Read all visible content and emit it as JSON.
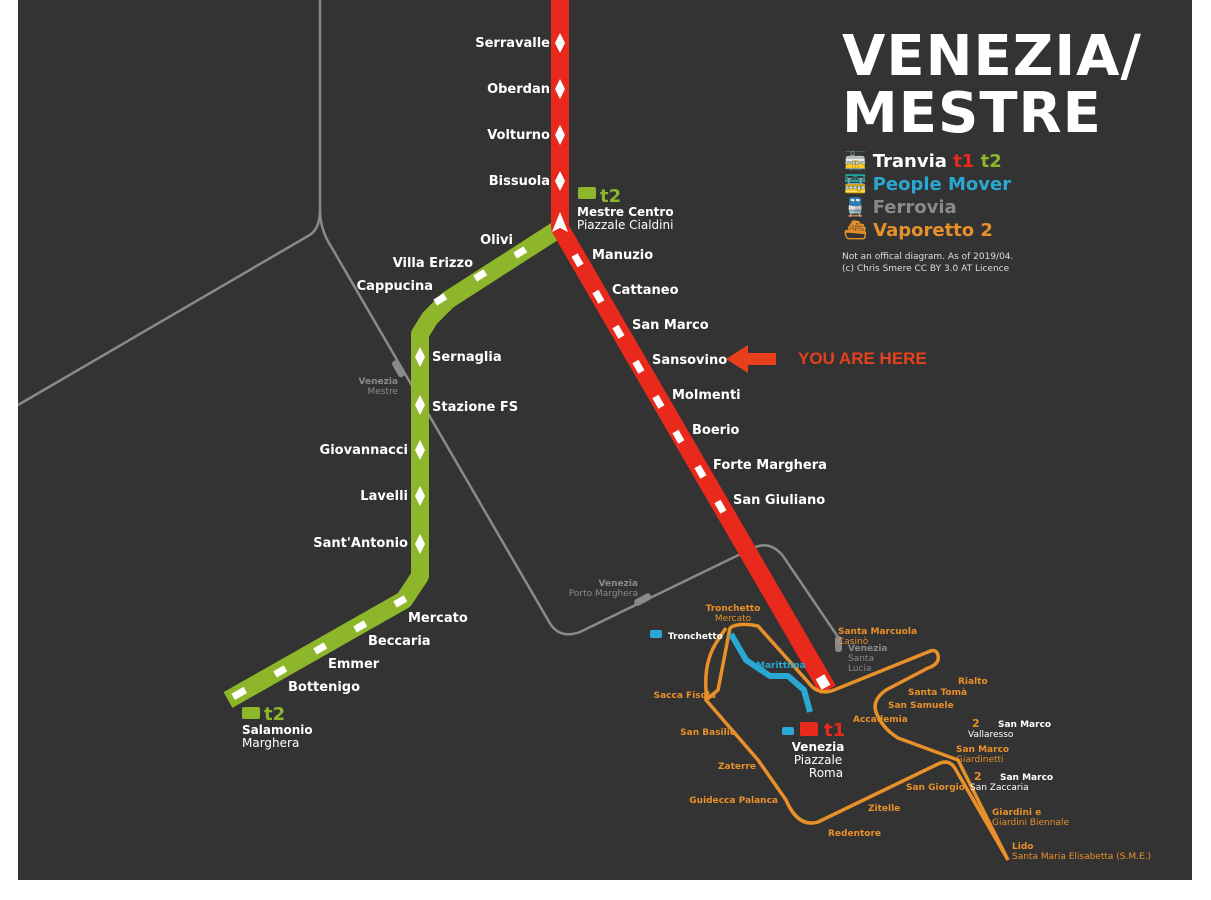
{
  "title": {
    "line1": "VENEZIA/",
    "line2": "MESTRE"
  },
  "legend": {
    "tram_label": "Tranvia",
    "t1": "t1",
    "t2": "t2",
    "people_mover": "People Mover",
    "ferrovia": "Ferrovia",
    "vaporetto": "Vaporetto 2",
    "note_line1": "Not an offical diagram. As of 2019/04.",
    "note_line2": "(c) Chris Smere CC BY 3.0 AT Licence"
  },
  "you_are_here": "YOU ARE HERE",
  "colors": {
    "background": "#333333",
    "t1_red": "#e8291c",
    "t2_green": "#8db62a",
    "people_mover_blue": "#2aa7d2",
    "ferrovia_grey": "#8a8a8a",
    "vaporetto_orange": "#e8902a",
    "you_are_here": "#e8401c"
  },
  "line_t1": {
    "stations": [
      "Serravalle",
      "Oberdan",
      "Volturno",
      "Bissuola",
      "Manuzio",
      "Cattaneo",
      "San Marco",
      "Sansovino",
      "Molmenti",
      "Boerio",
      "Forte Marghera",
      "San Giuliano"
    ]
  },
  "line_t2": {
    "stations": [
      "Olivi",
      "Villa Erizzo",
      "Cappucina",
      "Sernaglia",
      "Stazione FS",
      "Giovannacci",
      "Lavelli",
      "Sant'Antonio",
      "Mercato",
      "Beccaria",
      "Emmer",
      "Bottenigo"
    ]
  },
  "terminals": {
    "mestre_centro": {
      "line": "t2",
      "name": "Mestre Centro",
      "sub": "Piazzale Cialdini"
    },
    "salamonio": {
      "line": "t2",
      "name": "Salamonio",
      "sub": "Marghera"
    },
    "venezia": {
      "line": "t1",
      "name": "Venezia",
      "sub1": "Piazzale",
      "sub2": "Roma"
    }
  },
  "rail_stations": {
    "mestre": {
      "name": "Venezia",
      "sub": "Mestre"
    },
    "porto_marghera": {
      "name": "Venezia",
      "sub": "Porto Marghera"
    },
    "santa_lucia": {
      "name": "Venezia",
      "sub1": "Santa",
      "sub2": "Lucia"
    }
  },
  "people_mover": {
    "stops": [
      "Tronchetto",
      "Marittima"
    ]
  },
  "vaporetto": {
    "stops": [
      {
        "name": "Tronchetto",
        "sub": "Mercato"
      },
      {
        "name": "Santa Marcuola",
        "sub": "Casinò"
      },
      {
        "name": "Rialto",
        "sub": ""
      },
      {
        "name": "Santa Tomà",
        "sub": ""
      },
      {
        "name": "San Samuele",
        "sub": ""
      },
      {
        "name": "Accademia",
        "sub": ""
      },
      {
        "name": "San Marco",
        "sub": "Vallaresso"
      },
      {
        "name": "San Marco",
        "sub": "Giardinetti"
      },
      {
        "name": "San Marco",
        "sub": "San Zaccaria"
      },
      {
        "name": "Sacca Fisola",
        "sub": ""
      },
      {
        "name": "San Basilio",
        "sub": ""
      },
      {
        "name": "Zaterre",
        "sub": ""
      },
      {
        "name": "Guidecca Palanca",
        "sub": ""
      },
      {
        "name": "Redentore",
        "sub": ""
      },
      {
        "name": "Zitelle",
        "sub": ""
      },
      {
        "name": "San Giorgio",
        "sub": ""
      },
      {
        "name": "Giardini e",
        "sub": "Giardini Biennale"
      },
      {
        "name": "Lido",
        "sub": "Santa Maria Elisabetta (S.M.E.)"
      }
    ],
    "badge": "2"
  }
}
